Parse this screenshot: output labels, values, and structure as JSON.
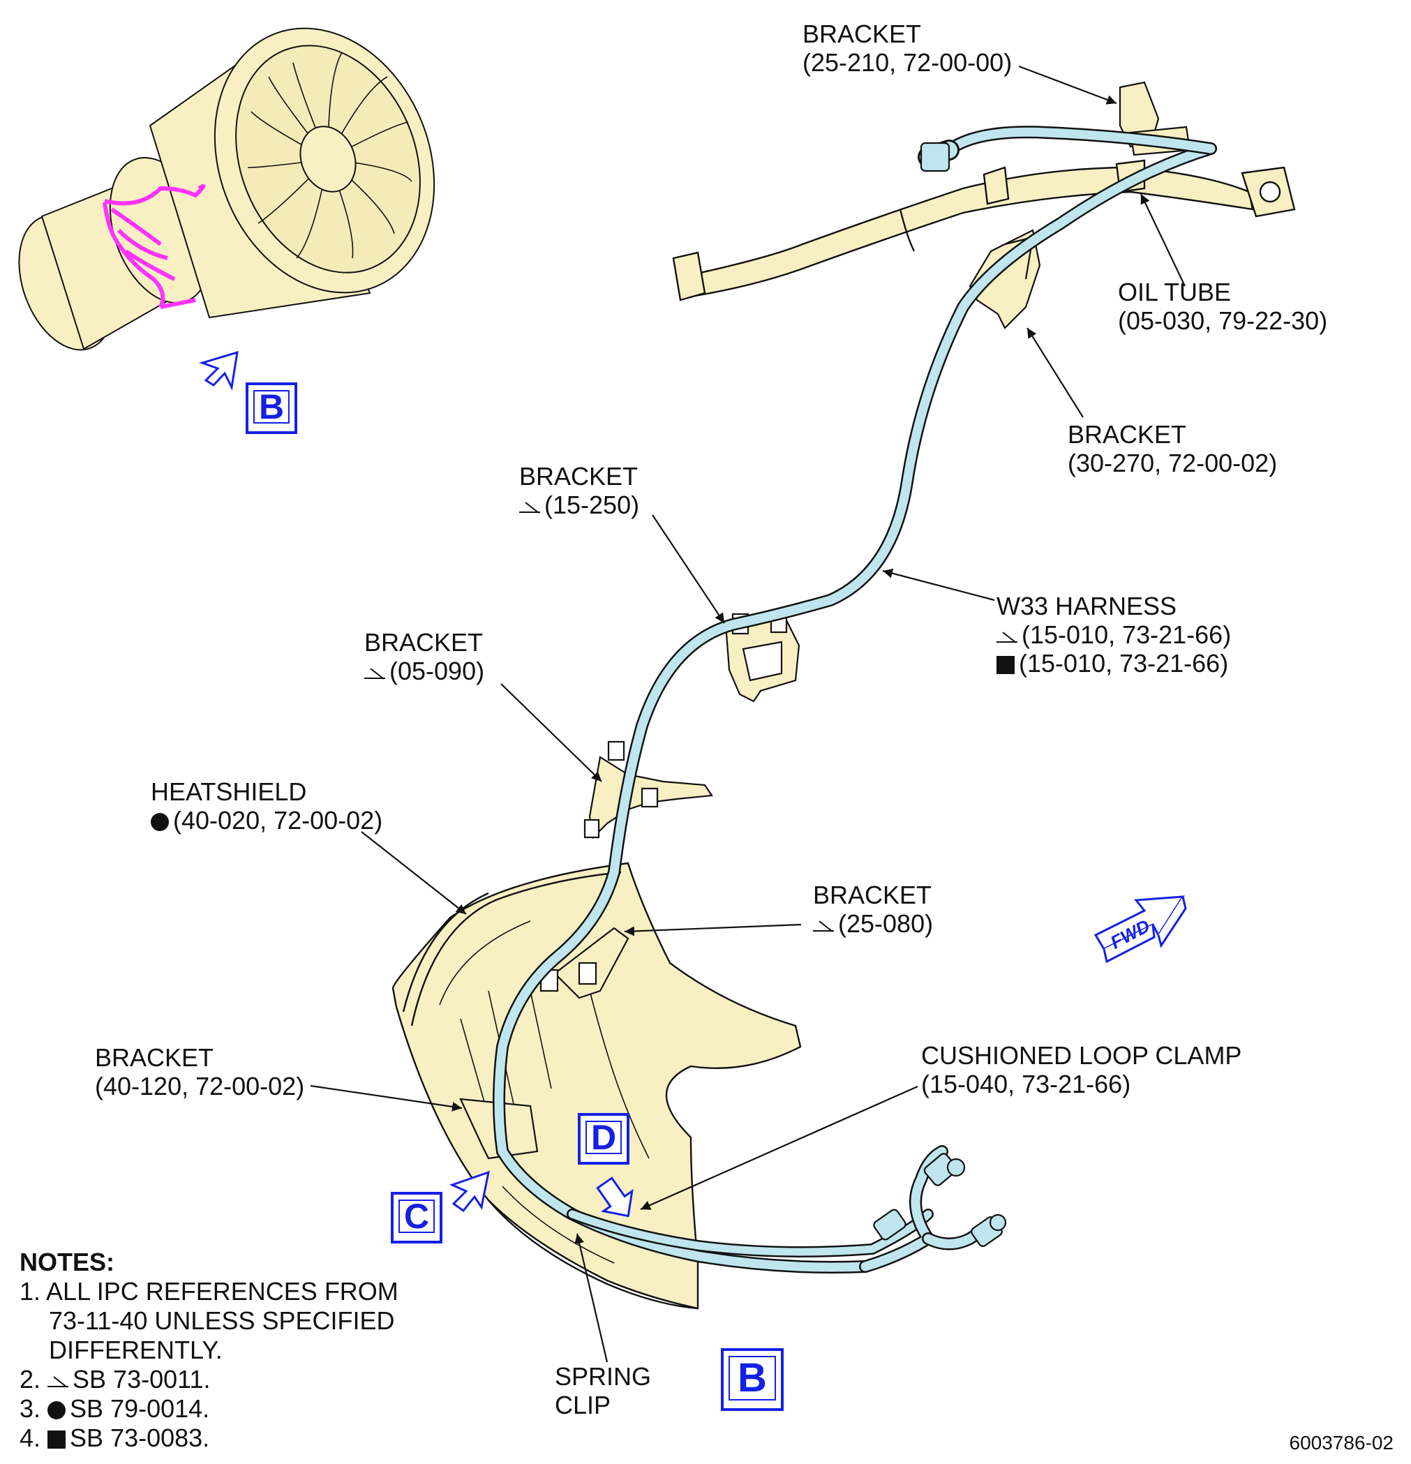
{
  "callouts": {
    "bracket_25_210": {
      "name": "BRACKET",
      "ref": "(25-210, 72-00-00)"
    },
    "oil_tube": {
      "name": "OIL TUBE",
      "ref": "(05-030, 79-22-30)"
    },
    "bracket_30_270": {
      "name": "BRACKET",
      "ref": "(30-270, 72-00-02)"
    },
    "bracket_15_250": {
      "name": "BRACKET",
      "ref": "(15-250)",
      "symbol": "triangle"
    },
    "w33_harness": {
      "name": "W33 HARNESS",
      "ref1": "(15-010, 73-21-66)",
      "symbol1": "triangle",
      "ref2": "(15-010, 73-21-66)",
      "symbol2": "square"
    },
    "bracket_05_090": {
      "name": "BRACKET",
      "ref": "(05-090)",
      "symbol": "triangle"
    },
    "heatshield": {
      "name": "HEATSHIELD",
      "ref": "(40-020, 72-00-02)",
      "symbol": "circle"
    },
    "bracket_25_080": {
      "name": "BRACKET",
      "ref": "(25-080)",
      "symbol": "triangle"
    },
    "bracket_40_120": {
      "name": "BRACKET",
      "ref": "(40-120, 72-00-02)"
    },
    "cushioned_loop_clamp": {
      "name": "CUSHIONED LOOP CLAMP",
      "ref": "(15-040, 73-21-66)"
    },
    "spring_clip": {
      "line1": "SPRING",
      "line2": "CLIP"
    }
  },
  "view_labels": {
    "b_top": "B",
    "b_bottom": "B",
    "c": "C",
    "d": "D"
  },
  "fwd": "FWD",
  "notes": {
    "heading": "NOTES:",
    "n1a": "1. ALL IPC REFERENCES FROM",
    "n1b": "73-11-40 UNLESS SPECIFIED",
    "n1c": "DIFFERENTLY.",
    "n2": "2. ",
    "n2t": "SB 73-0011.",
    "n3": "3. ",
    "n3t": "SB 79-0014.",
    "n4": "4. ",
    "n4t": "SB 73-0083."
  },
  "drawing_number": "6003786-02",
  "colors": {
    "engine_fill": "#f8f0c2",
    "harness": "#bfe6ef",
    "highlight": "#ff33ff",
    "view_blue": "#1520e6",
    "line": "#111111"
  },
  "icons": [
    "view-arrow-icon",
    "fwd-arrow-icon",
    "triangle-symbol-icon",
    "circle-symbol-icon",
    "square-symbol-icon"
  ]
}
